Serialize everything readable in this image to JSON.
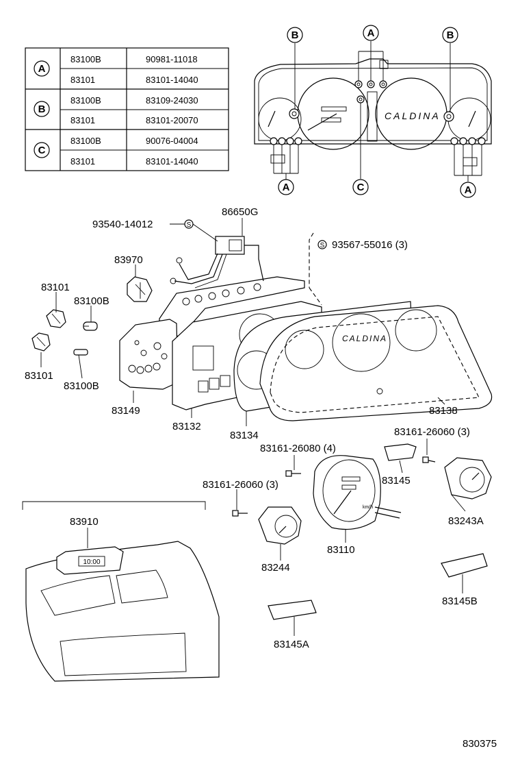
{
  "table": {
    "rows": [
      {
        "key": "A",
        "part": "83100B",
        "number": "90981-11018"
      },
      {
        "key": "A",
        "part": "83101",
        "number": "83101-14040"
      },
      {
        "key": "B",
        "part": "83100B",
        "number": "83109-24030"
      },
      {
        "key": "B",
        "part": "83101",
        "number": "83101-20070"
      },
      {
        "key": "C",
        "part": "83100B",
        "number": "90076-04004"
      },
      {
        "key": "C",
        "part": "83101",
        "number": "83101-14040"
      }
    ]
  },
  "cluster_view": {
    "brand_text": "CALDINA",
    "callouts": {
      "a": "A",
      "b": "B",
      "c": "C"
    }
  },
  "parts": {
    "p86650G": "86650G",
    "p93540": "93540-14012",
    "p93567": "93567-55016 (3)",
    "p83970": "83970",
    "p83101_top": "83101",
    "p83100B_top": "83100B",
    "p83101_bottom": "83101",
    "p83100B_bottom": "83100B",
    "p83149": "83149",
    "p83132": "83132",
    "p83134": "83134",
    "p83138": "83138",
    "p83161_26080": "83161-26080 (4)",
    "p83161_26060_right": "83161-26060 (3)",
    "p83161_26060_left": "83161-26060 (3)",
    "p83145": "83145",
    "p83243A": "83243A",
    "p83110": "83110",
    "p83244": "83244",
    "p83910": "83910",
    "p83145B": "83145B",
    "p83145A": "83145A",
    "screw_symbol": "S",
    "clock_readout": "10:00",
    "speed_unit": "km/h"
  },
  "figure_number": "830375"
}
